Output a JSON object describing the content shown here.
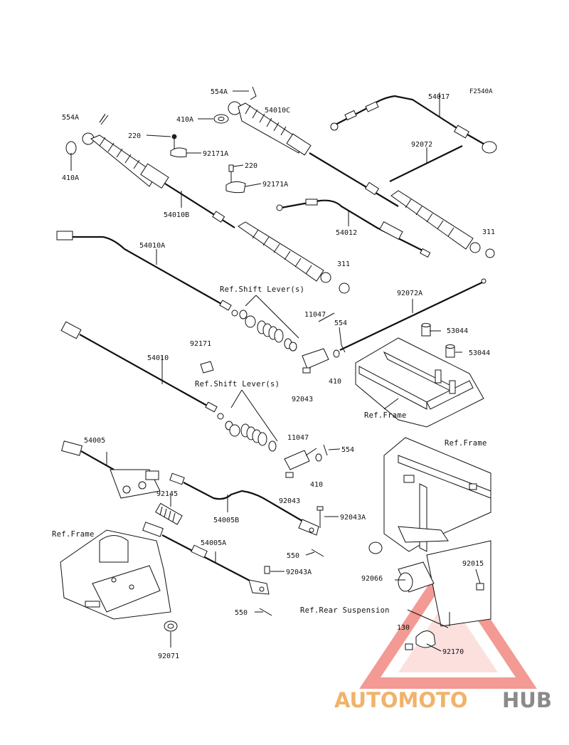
{
  "diagram_code": "F2540A",
  "labels": {
    "p554A_a": "554A",
    "p54010C": "54010C",
    "p54017": "54017",
    "p554A_b": "554A",
    "p410A_a": "410A",
    "p220_a": "220",
    "p92171A_a": "92171A",
    "p410A_b": "410A",
    "p220_b": "220",
    "p92171A_b": "92171A",
    "p92072": "92072",
    "p54010B": "54010B",
    "p54012": "54012",
    "p311_a": "311",
    "p54010A": "54010A",
    "p311_b": "311",
    "p92072A": "92072A",
    "p11047_a": "11047",
    "p554_a": "554",
    "p53044_a": "53044",
    "p92171": "92171",
    "p53044_b": "53044",
    "p54010": "54010",
    "p410_a": "410",
    "p92043_a": "92043",
    "p54005": "54005",
    "p11047_b": "11047",
    "p554_b": "554",
    "p410_b": "410",
    "p92145": "92145",
    "p54005B": "54005B",
    "p92043_b": "92043",
    "p92043A_a": "92043A",
    "p54005A": "54005A",
    "p550_a": "550",
    "p92043A_b": "92043A",
    "p92066": "92066",
    "p92015": "92015",
    "p550_b": "550",
    "p130": "130",
    "p92170": "92170",
    "p92071": "92071"
  },
  "refs": {
    "shift_lever_1": "Ref.Shift Lever(s)",
    "shift_lever_2": "Ref.Shift Lever(s)",
    "frame_1": "Ref.Frame",
    "frame_2": "Ref.Frame",
    "frame_3": "Ref.Frame",
    "rear_suspension": "Ref.Rear Suspension"
  },
  "watermark": {
    "part1": "AUTOMOTO",
    "part2": "HUB",
    "color_accent": "#f0a03c",
    "color_gray": "#8a8a8a",
    "color_triangle": "#e8483c"
  }
}
